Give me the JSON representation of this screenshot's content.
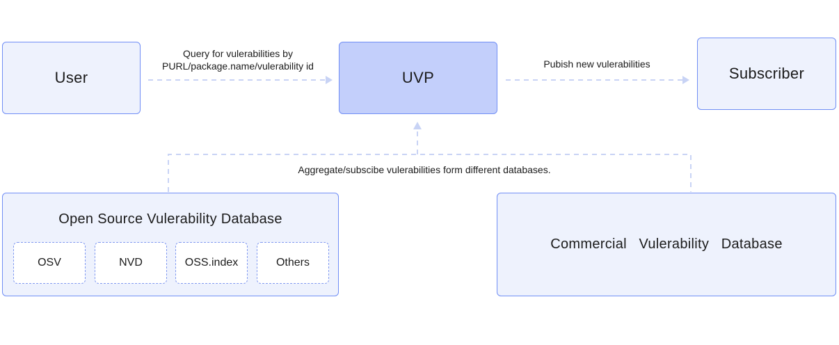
{
  "nodes": {
    "user": "User",
    "uvp": "UVP",
    "subscriber": "Subscriber",
    "open_source_db": {
      "title": "Open Source Vulerability Database",
      "sources": [
        "OSV",
        "NVD",
        "OSS.index",
        "Others"
      ]
    },
    "commercial_db": "Commercial   Vulerability   Database"
  },
  "edges": {
    "query_line1": "Query  for  vulerabilities by",
    "query_line2": "PURL/package.name/vulerability id",
    "publish": "Pubish new vulerabilities",
    "aggregate": "Aggregate/subscibe vulerabilities form different databases."
  },
  "colors": {
    "box_fill": "#eef2fd",
    "uvp_fill": "#c3cffb",
    "border": "#6f8df5",
    "connector": "#c8d3f5"
  }
}
